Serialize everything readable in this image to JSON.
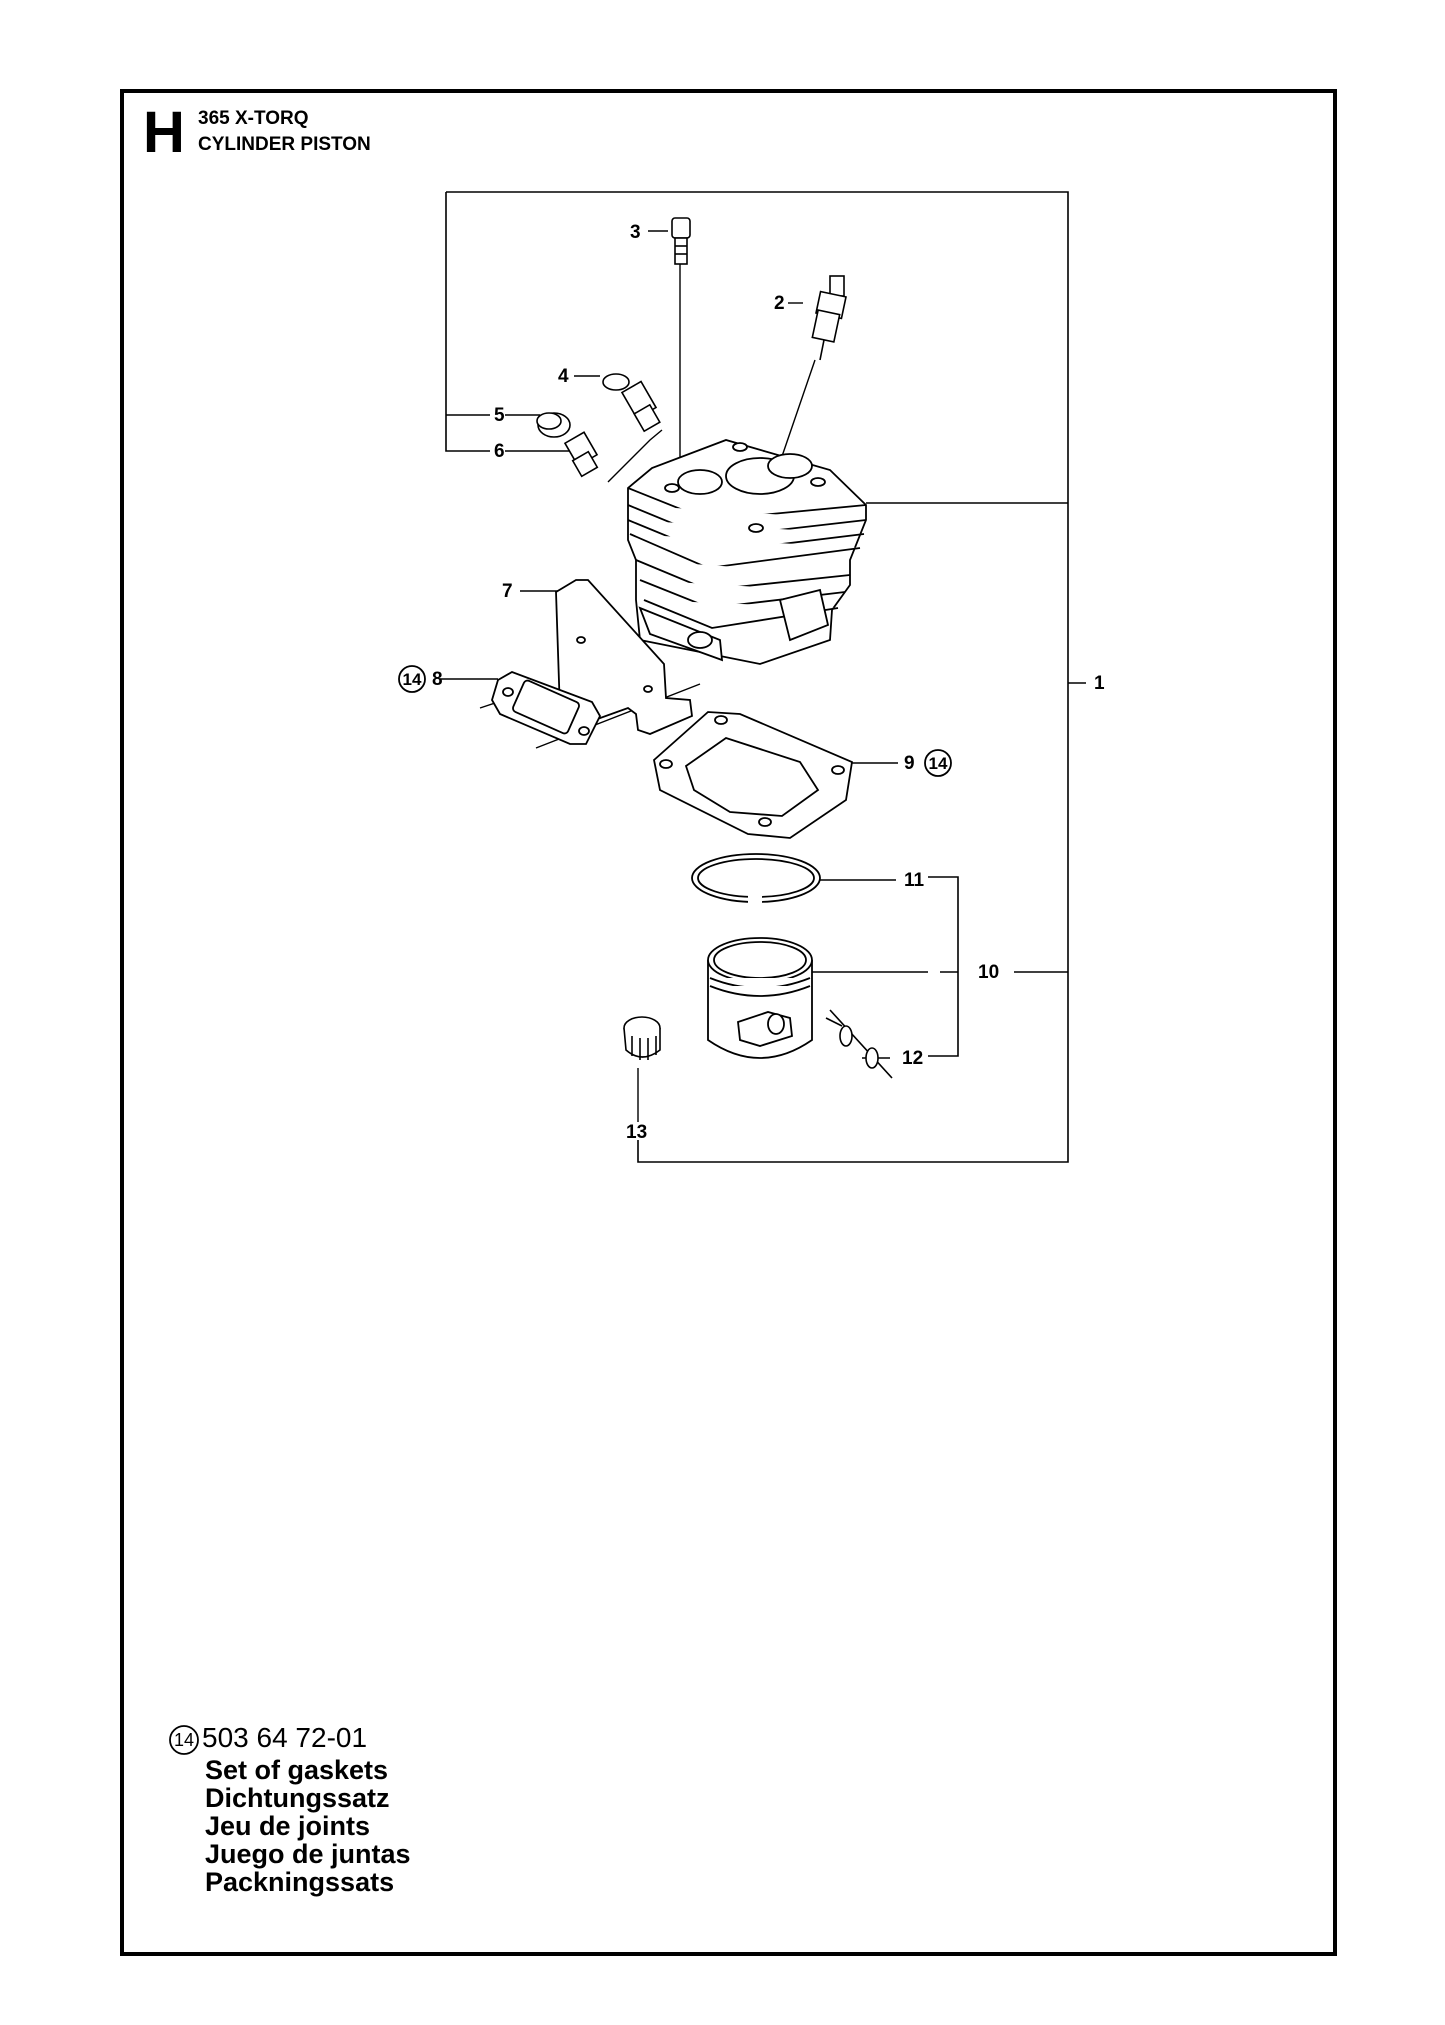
{
  "header": {
    "section_letter": "H",
    "model": "365 X-TORQ",
    "title": "CYLINDER PISTON"
  },
  "callouts": {
    "c1": "1",
    "c2": "2",
    "c3": "3",
    "c4": "4",
    "c5": "5",
    "c6": "6",
    "c7": "7",
    "c8": "8",
    "c9": "9",
    "c10": "10",
    "c11": "11",
    "c12": "12",
    "c13": "13",
    "kit_ref": "14"
  },
  "legend": {
    "kit_ref": "14",
    "part_number": "503 64 72-01",
    "descriptions": [
      "Set of gaskets",
      "Dichtungssatz",
      "Jeu de joints",
      "Juego de juntas",
      "Packningssats"
    ]
  }
}
